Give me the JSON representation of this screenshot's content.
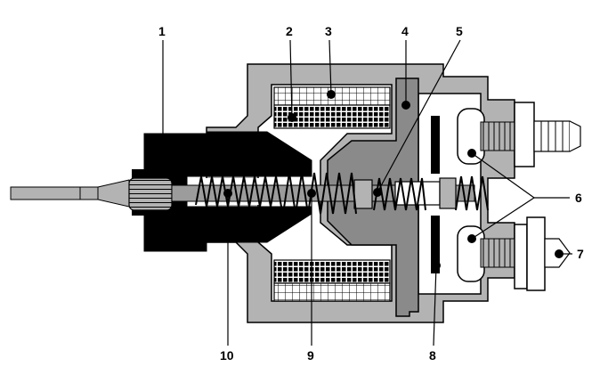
{
  "labels": {
    "l1": "1",
    "l2": "2",
    "l3": "3",
    "l4": "4",
    "l5": "5",
    "l6": "6",
    "l7": "7",
    "l8": "8",
    "l9": "9",
    "l10": "10"
  },
  "colors": {
    "housing": "#b3b3b3",
    "core": "#000000",
    "armature": "#8a8a8a",
    "rod": "#9c9c9c",
    "background": "#ffffff"
  }
}
